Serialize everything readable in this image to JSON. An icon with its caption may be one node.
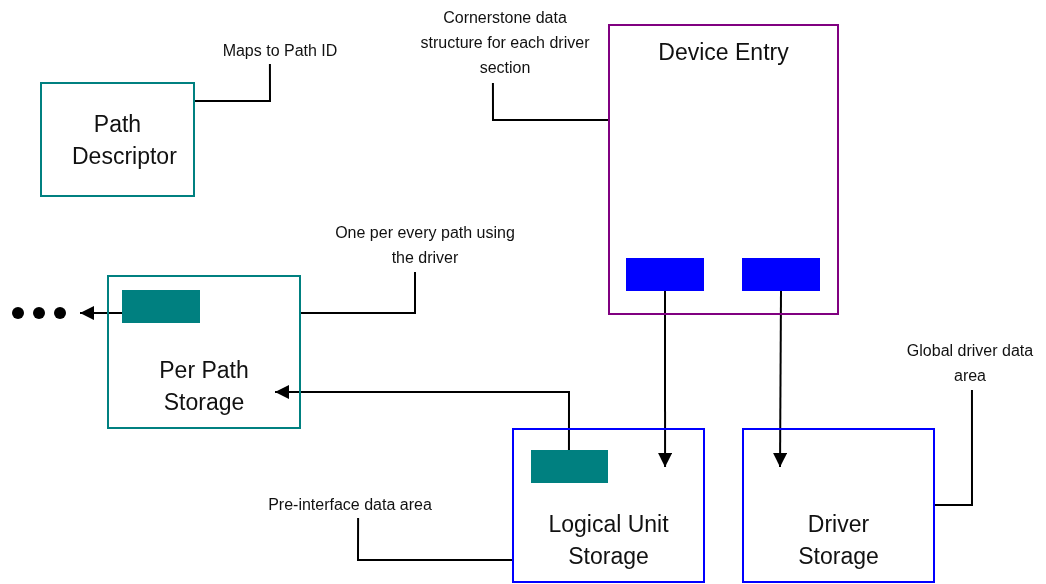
{
  "diagram": {
    "nodes": [
      {
        "text": [
          "Path Descriptor"
        ]
      },
      {
        "text": [
          "Maps to Path ID"
        ]
      },
      {
        "text": [
          "Device Entry"
        ]
      },
      {
        "text": [],
        "shape": "box",
        "in": 2
      },
      {
        "text": [],
        "shape": "box",
        "in": 2
      },
      {
        "text": [
          "Cornerstone data structure for each driver section"
        ]
      },
      {
        "text": [
          "Per Path Storage"
        ]
      },
      {
        "text": [],
        "shape": "box",
        "in": 6
      },
      {
        "text": [],
        "shape": "dots"
      },
      {
        "text": [
          "One per every path using the driver"
        ]
      },
      {
        "text": [
          "Logical Unit Storage"
        ]
      },
      {
        "text": [],
        "shape": "box",
        "in": 10
      },
      {
        "text": [
          "Pre-interface data area"
        ]
      },
      {
        "text": [
          "Driver Storage"
        ]
      },
      {
        "text": [
          "Global driver data area"
        ]
      }
    ],
    "edges": [
      {
        "from": 1,
        "to": 0,
        "arrow": "none"
      },
      {
        "from": 5,
        "to": 2,
        "arrow": "none"
      },
      {
        "from": 9,
        "to": 6,
        "arrow": "none"
      },
      {
        "from": 7,
        "to": 8,
        "arrow": "to"
      },
      {
        "from": 3,
        "to": 10,
        "arrow": "to"
      },
      {
        "from": 4,
        "to": 13,
        "arrow": "to"
      },
      {
        "from": 11,
        "to": 6,
        "arrow": "to"
      },
      {
        "from": 12,
        "to": 10,
        "arrow": "none"
      },
      {
        "from": 14,
        "to": 13,
        "arrow": "none"
      }
    ]
  }
}
